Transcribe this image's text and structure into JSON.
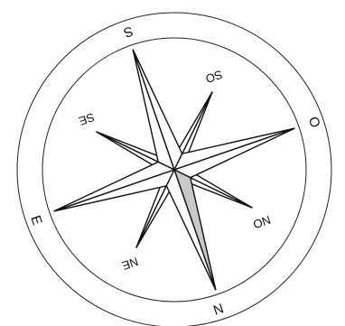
{
  "compass": {
    "labels": {
      "north": "N",
      "south": "S",
      "east": "E",
      "west": "O",
      "northeast": "NE",
      "northwest": "NO",
      "southeast": "SE",
      "southwest": "SO"
    },
    "highlight_color": "#c8c8c8",
    "line_color": "#111111",
    "highlighted_point": "north"
  }
}
